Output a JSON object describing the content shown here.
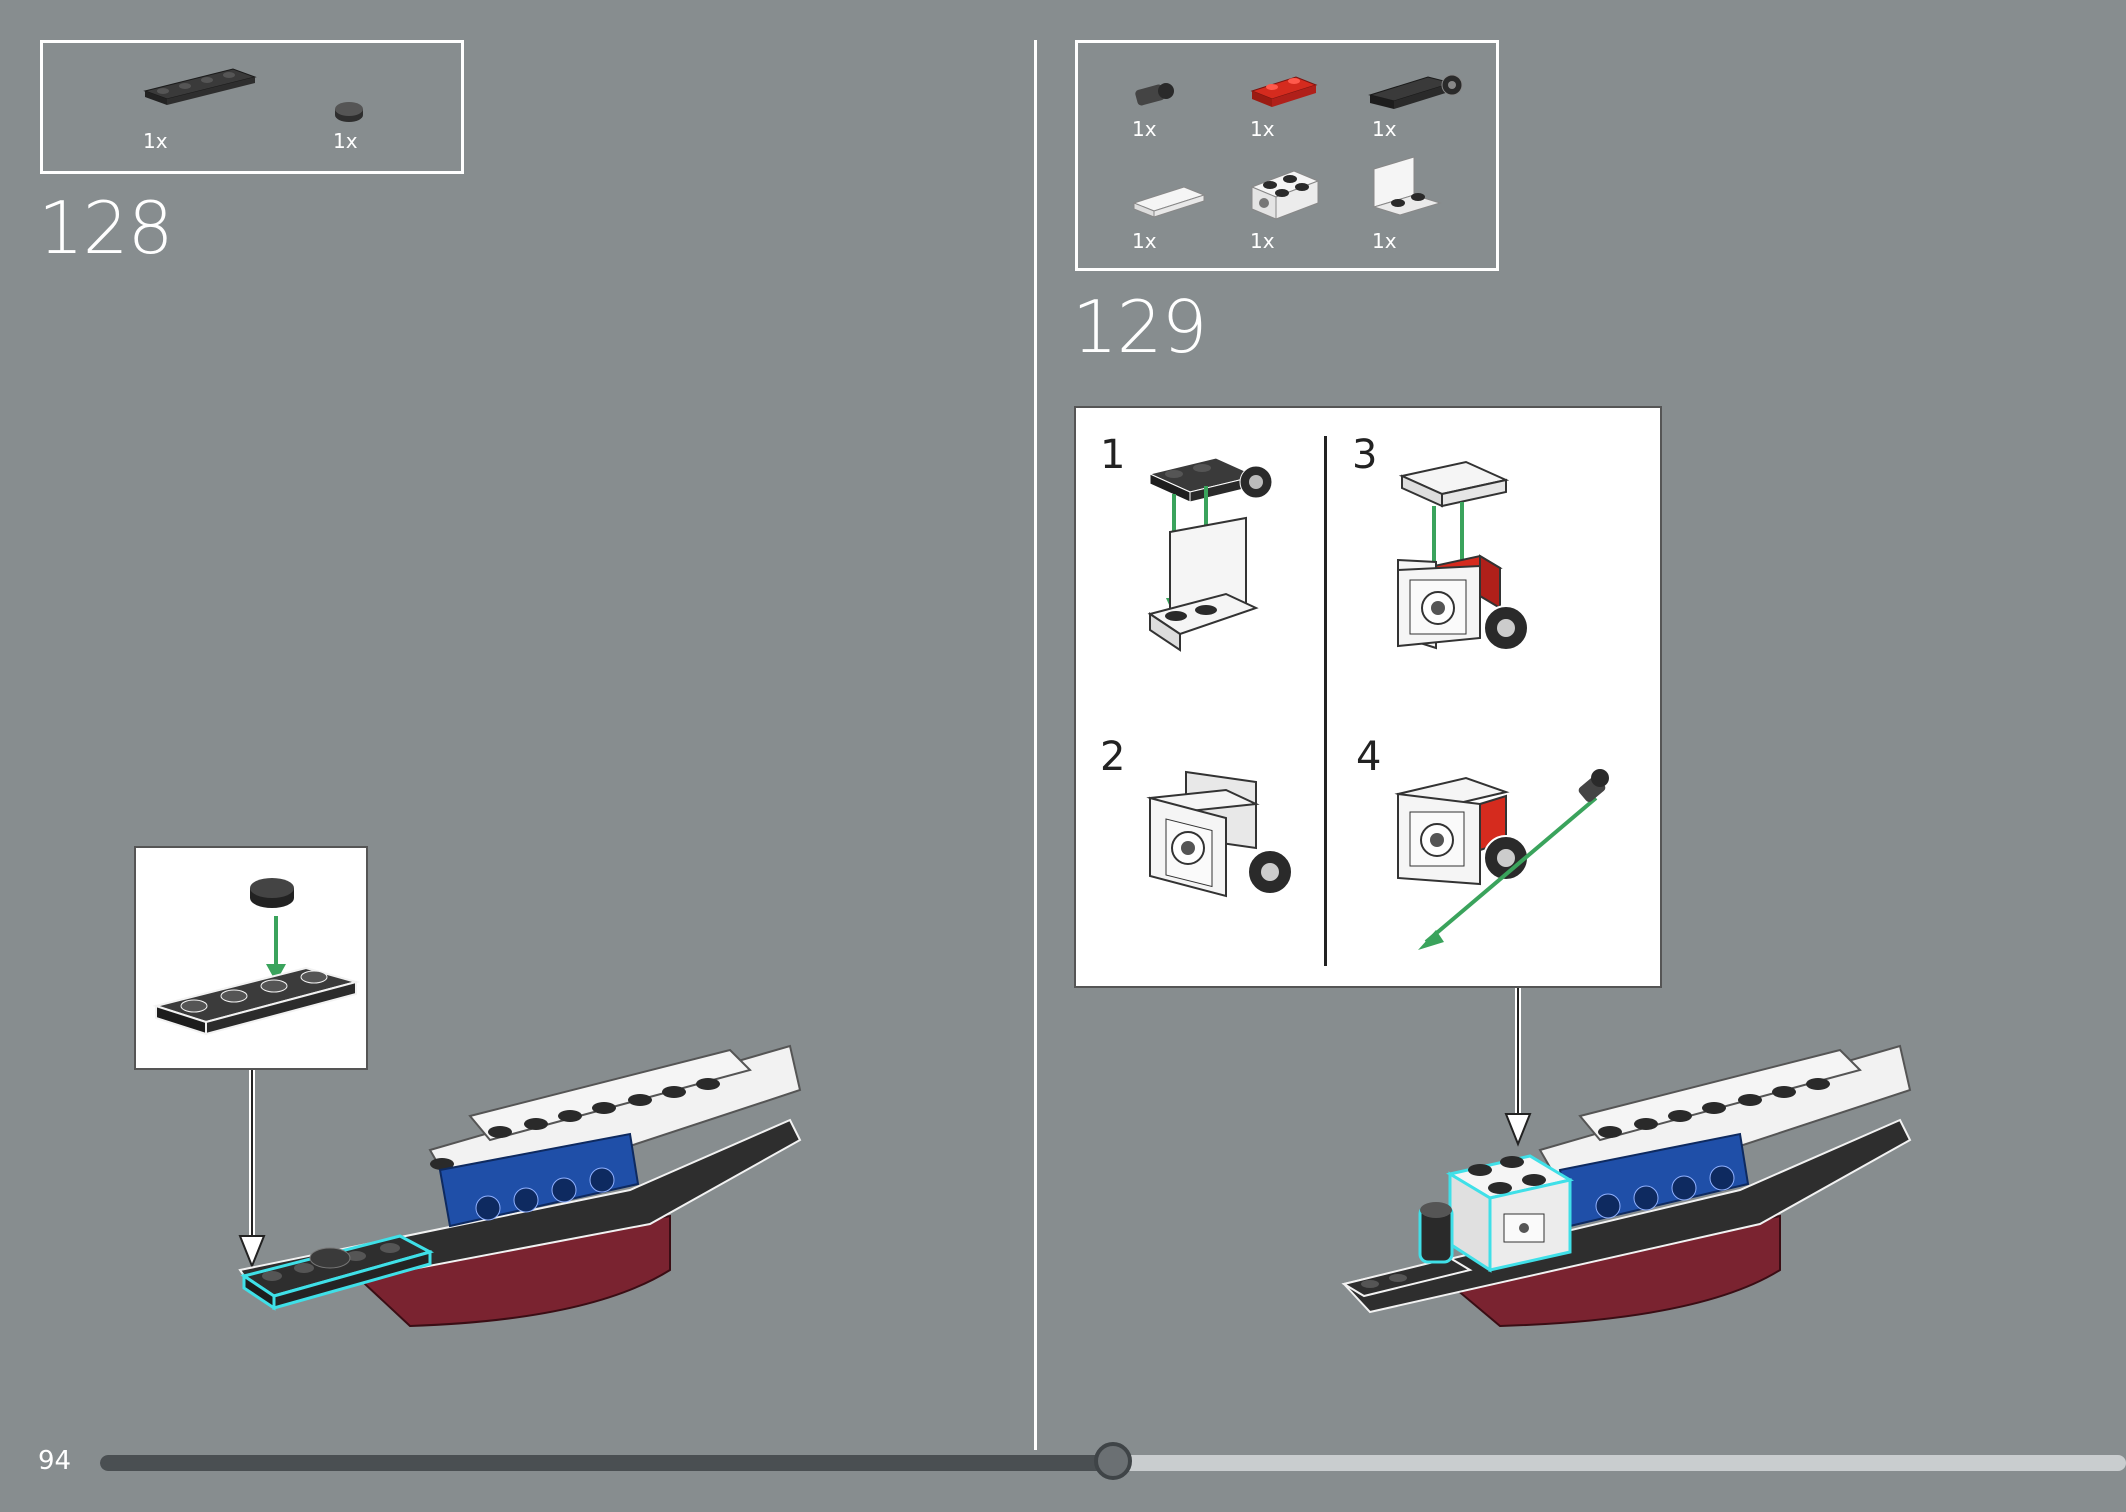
{
  "page": {
    "number": "94",
    "progress": 0.5
  },
  "steps": [
    {
      "number": "128",
      "parts": [
        {
          "name": "plate-1x4-black",
          "qty": "1x"
        },
        {
          "name": "round-tile-1x1-black",
          "qty": "1x"
        }
      ]
    },
    {
      "number": "129",
      "parts": [
        {
          "name": "pin-connector-black",
          "qty": "1x"
        },
        {
          "name": "plate-1x2-red",
          "qty": "1x"
        },
        {
          "name": "plate-with-pin-hole-black",
          "qty": "1x"
        },
        {
          "name": "tile-1x2-white",
          "qty": "1x"
        },
        {
          "name": "brick-2x2-with-hole-white",
          "qty": "1x"
        },
        {
          "name": "bracket-1x2-white",
          "qty": "1x"
        }
      ],
      "substeps": [
        "1",
        "2",
        "3",
        "4"
      ]
    }
  ],
  "colors": {
    "background": "#878d8f",
    "highlight": "#3fe0e8",
    "arrow": "#3aa35c",
    "hull": "#7a2330",
    "blue": "#1f4fa8",
    "black": "#2a2a2a",
    "white": "#f2f2f2"
  }
}
